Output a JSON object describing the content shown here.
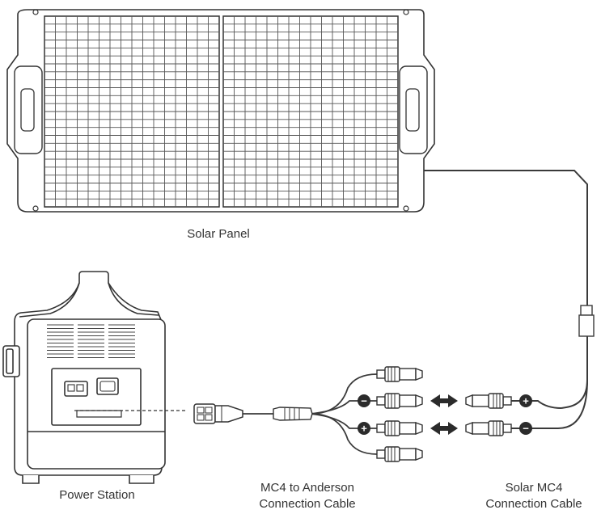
{
  "labels": {
    "solar_panel": "Solar Panel",
    "power_station": "Power Station",
    "mc4_anderson_line1": "MC4 to Anderson",
    "mc4_anderson_line2": "Connection Cable",
    "solar_mc4_line1": "Solar MC4",
    "solar_mc4_line2": "Connection Cable"
  },
  "polarity": {
    "negative": "−",
    "positive": "+"
  },
  "colors": {
    "line": "#3a3a3a",
    "grid": "#555555",
    "badge": "#2b2b2b"
  },
  "icons": [
    "double-arrow-icon",
    "plus-icon",
    "minus-icon"
  ]
}
